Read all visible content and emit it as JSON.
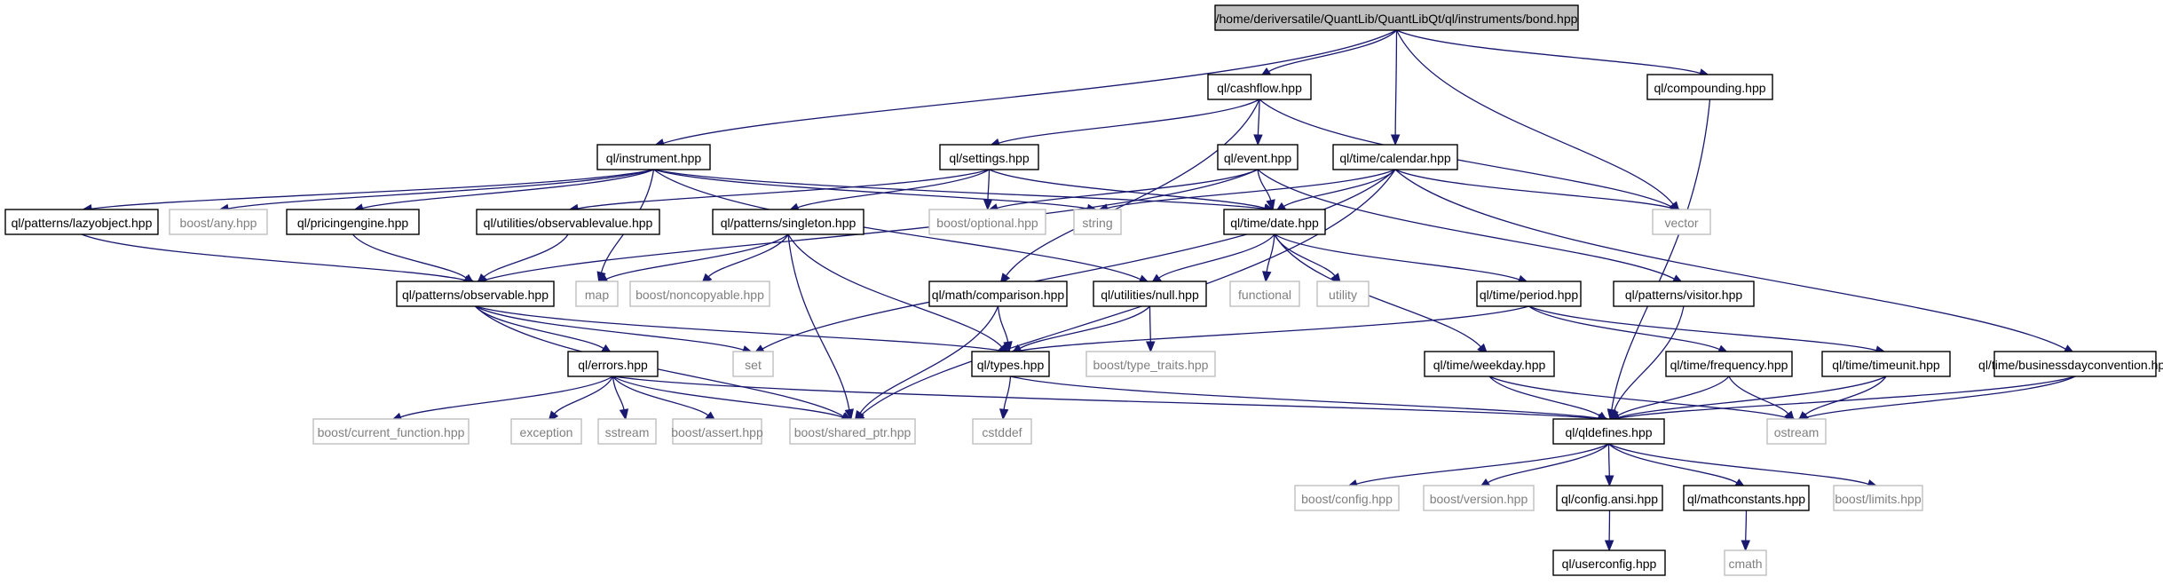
{
  "colors": {
    "edge": "#191970",
    "root_fill": "#bfbfbf",
    "external_border": "#bfbfbf",
    "external_text": "#7f7f7f"
  },
  "nodes": [
    {
      "id": "bond",
      "label": "/home/deriversatile/QuantLib/QuantLibQt/ql/instruments/bond.hpp",
      "kind": "root"
    },
    {
      "id": "cashflow",
      "label": "ql/cashflow.hpp",
      "kind": "std"
    },
    {
      "id": "compounding",
      "label": "ql/compounding.hpp",
      "kind": "std"
    },
    {
      "id": "instrument",
      "label": "ql/instrument.hpp",
      "kind": "std"
    },
    {
      "id": "settings",
      "label": "ql/settings.hpp",
      "kind": "std"
    },
    {
      "id": "event",
      "label": "ql/event.hpp",
      "kind": "std"
    },
    {
      "id": "calendar",
      "label": "ql/time/calendar.hpp",
      "kind": "std"
    },
    {
      "id": "lazyobject",
      "label": "ql/patterns/lazyobject.hpp",
      "kind": "std"
    },
    {
      "id": "boostany",
      "label": "boost/any.hpp",
      "kind": "ext"
    },
    {
      "id": "pricingengine",
      "label": "ql/pricingengine.hpp",
      "kind": "std"
    },
    {
      "id": "observablevalue",
      "label": "ql/utilities/observablevalue.hpp",
      "kind": "std"
    },
    {
      "id": "singleton",
      "label": "ql/patterns/singleton.hpp",
      "kind": "std"
    },
    {
      "id": "boostoptional",
      "label": "boost/optional.hpp",
      "kind": "ext"
    },
    {
      "id": "string",
      "label": "string",
      "kind": "ext"
    },
    {
      "id": "date",
      "label": "ql/time/date.hpp",
      "kind": "std"
    },
    {
      "id": "vector",
      "label": "vector",
      "kind": "ext"
    },
    {
      "id": "observable",
      "label": "ql/patterns/observable.hpp",
      "kind": "std"
    },
    {
      "id": "map",
      "label": "map",
      "kind": "ext"
    },
    {
      "id": "noncopyable",
      "label": "boost/noncopyable.hpp",
      "kind": "ext"
    },
    {
      "id": "comparison",
      "label": "ql/math/comparison.hpp",
      "kind": "std"
    },
    {
      "id": "null",
      "label": "ql/utilities/null.hpp",
      "kind": "std"
    },
    {
      "id": "functional",
      "label": "functional",
      "kind": "ext"
    },
    {
      "id": "utility",
      "label": "utility",
      "kind": "ext"
    },
    {
      "id": "period",
      "label": "ql/time/period.hpp",
      "kind": "std"
    },
    {
      "id": "visitor",
      "label": "ql/patterns/visitor.hpp",
      "kind": "std"
    },
    {
      "id": "errors",
      "label": "ql/errors.hpp",
      "kind": "std"
    },
    {
      "id": "set",
      "label": "set",
      "kind": "ext"
    },
    {
      "id": "types",
      "label": "ql/types.hpp",
      "kind": "std"
    },
    {
      "id": "typetraits",
      "label": "boost/type_traits.hpp",
      "kind": "ext"
    },
    {
      "id": "weekday",
      "label": "ql/time/weekday.hpp",
      "kind": "std"
    },
    {
      "id": "frequency",
      "label": "ql/time/frequency.hpp",
      "kind": "std"
    },
    {
      "id": "timeunit",
      "label": "ql/time/timeunit.hpp",
      "kind": "std"
    },
    {
      "id": "bdc",
      "label": "ql/time/businessdayconvention.hpp",
      "kind": "std"
    },
    {
      "id": "currentfunction",
      "label": "boost/current_function.hpp",
      "kind": "ext"
    },
    {
      "id": "exception",
      "label": "exception",
      "kind": "ext"
    },
    {
      "id": "sstream",
      "label": "sstream",
      "kind": "ext"
    },
    {
      "id": "assert",
      "label": "boost/assert.hpp",
      "kind": "ext"
    },
    {
      "id": "sharedptr",
      "label": "boost/shared_ptr.hpp",
      "kind": "ext"
    },
    {
      "id": "cstddef",
      "label": "cstddef",
      "kind": "ext"
    },
    {
      "id": "qldefines",
      "label": "ql/qldefines.hpp",
      "kind": "std"
    },
    {
      "id": "ostream",
      "label": "ostream",
      "kind": "ext"
    },
    {
      "id": "boostconfig",
      "label": "boost/config.hpp",
      "kind": "ext"
    },
    {
      "id": "boostversion",
      "label": "boost/version.hpp",
      "kind": "ext"
    },
    {
      "id": "configansi",
      "label": "ql/config.ansi.hpp",
      "kind": "std"
    },
    {
      "id": "mathconstants",
      "label": "ql/mathconstants.hpp",
      "kind": "std"
    },
    {
      "id": "boostlimits",
      "label": "boost/limits.hpp",
      "kind": "ext"
    },
    {
      "id": "userconfig",
      "label": "ql/userconfig.hpp",
      "kind": "std"
    },
    {
      "id": "cmath",
      "label": "cmath",
      "kind": "ext"
    }
  ],
  "edges": [
    [
      "bond",
      "cashflow"
    ],
    [
      "bond",
      "compounding"
    ],
    [
      "bond",
      "instrument"
    ],
    [
      "bond",
      "calendar"
    ],
    [
      "bond",
      "vector"
    ],
    [
      "cashflow",
      "settings"
    ],
    [
      "cashflow",
      "event"
    ],
    [
      "cashflow",
      "comparison"
    ],
    [
      "cashflow",
      "vector"
    ],
    [
      "compounding",
      "qldefines"
    ],
    [
      "instrument",
      "lazyobject"
    ],
    [
      "instrument",
      "boostany"
    ],
    [
      "instrument",
      "pricingengine"
    ],
    [
      "instrument",
      "string"
    ],
    [
      "instrument",
      "date"
    ],
    [
      "instrument",
      "map"
    ],
    [
      "instrument",
      "null"
    ],
    [
      "settings",
      "observablevalue"
    ],
    [
      "settings",
      "singleton"
    ],
    [
      "settings",
      "boostoptional"
    ],
    [
      "settings",
      "date"
    ],
    [
      "event",
      "observable"
    ],
    [
      "event",
      "date"
    ],
    [
      "event",
      "boostoptional"
    ],
    [
      "event",
      "visitor"
    ],
    [
      "calendar",
      "date"
    ],
    [
      "calendar",
      "string"
    ],
    [
      "calendar",
      "set"
    ],
    [
      "calendar",
      "vector"
    ],
    [
      "calendar",
      "bdc"
    ],
    [
      "calendar",
      "sharedptr"
    ],
    [
      "lazyobject",
      "observable"
    ],
    [
      "pricingengine",
      "observable"
    ],
    [
      "observablevalue",
      "observable"
    ],
    [
      "singleton",
      "map"
    ],
    [
      "singleton",
      "noncopyable"
    ],
    [
      "singleton",
      "sharedptr"
    ],
    [
      "singleton",
      "types"
    ],
    [
      "date",
      "null"
    ],
    [
      "date",
      "functional"
    ],
    [
      "date",
      "utility"
    ],
    [
      "date",
      "period"
    ],
    [
      "date",
      "weekday"
    ],
    [
      "observable",
      "errors"
    ],
    [
      "observable",
      "set"
    ],
    [
      "observable",
      "sharedptr"
    ],
    [
      "observable",
      "types"
    ],
    [
      "comparison",
      "types"
    ],
    [
      "comparison",
      "sharedptr"
    ],
    [
      "null",
      "types"
    ],
    [
      "null",
      "typetraits"
    ],
    [
      "period",
      "types"
    ],
    [
      "period",
      "frequency"
    ],
    [
      "period",
      "timeunit"
    ],
    [
      "visitor",
      "qldefines"
    ],
    [
      "errors",
      "currentfunction"
    ],
    [
      "errors",
      "exception"
    ],
    [
      "errors",
      "sstream"
    ],
    [
      "errors",
      "assert"
    ],
    [
      "errors",
      "sharedptr"
    ],
    [
      "errors",
      "qldefines"
    ],
    [
      "types",
      "cstddef"
    ],
    [
      "types",
      "qldefines"
    ],
    [
      "weekday",
      "qldefines"
    ],
    [
      "weekday",
      "ostream"
    ],
    [
      "frequency",
      "qldefines"
    ],
    [
      "frequency",
      "ostream"
    ],
    [
      "timeunit",
      "qldefines"
    ],
    [
      "timeunit",
      "ostream"
    ],
    [
      "bdc",
      "qldefines"
    ],
    [
      "bdc",
      "ostream"
    ],
    [
      "qldefines",
      "boostconfig"
    ],
    [
      "qldefines",
      "boostversion"
    ],
    [
      "qldefines",
      "configansi"
    ],
    [
      "qldefines",
      "mathconstants"
    ],
    [
      "qldefines",
      "boostlimits"
    ],
    [
      "configansi",
      "userconfig"
    ],
    [
      "mathconstants",
      "cmath"
    ]
  ]
}
